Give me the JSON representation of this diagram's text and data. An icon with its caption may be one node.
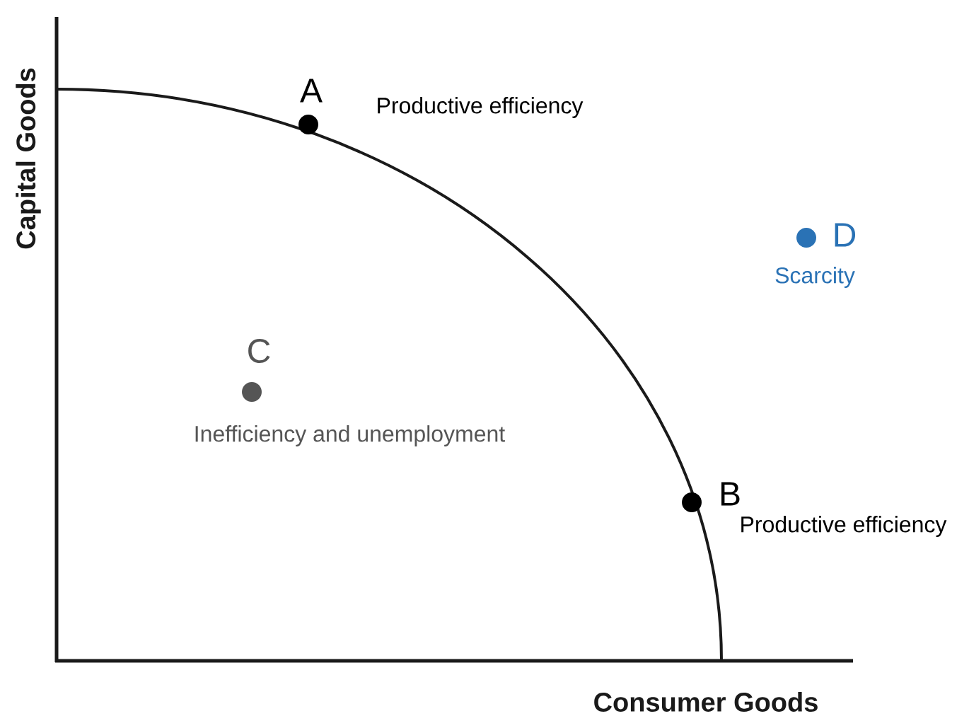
{
  "diagram": {
    "nodes": [
      {
        "text": [
          "A"
        ],
        "beside": [
          "Productive efficiency"
        ]
      },
      {
        "text": [
          "B"
        ],
        "beside": [
          "Productive efficiency"
        ]
      },
      {
        "text": [
          "C"
        ],
        "beside": [
          "Inefficiency and unemployment"
        ]
      },
      {
        "text": [
          "D"
        ],
        "beside": [
          "Scarcity"
        ]
      }
    ],
    "labels": [
      "Capital Goods",
      "Consumer Goods"
    ]
  }
}
